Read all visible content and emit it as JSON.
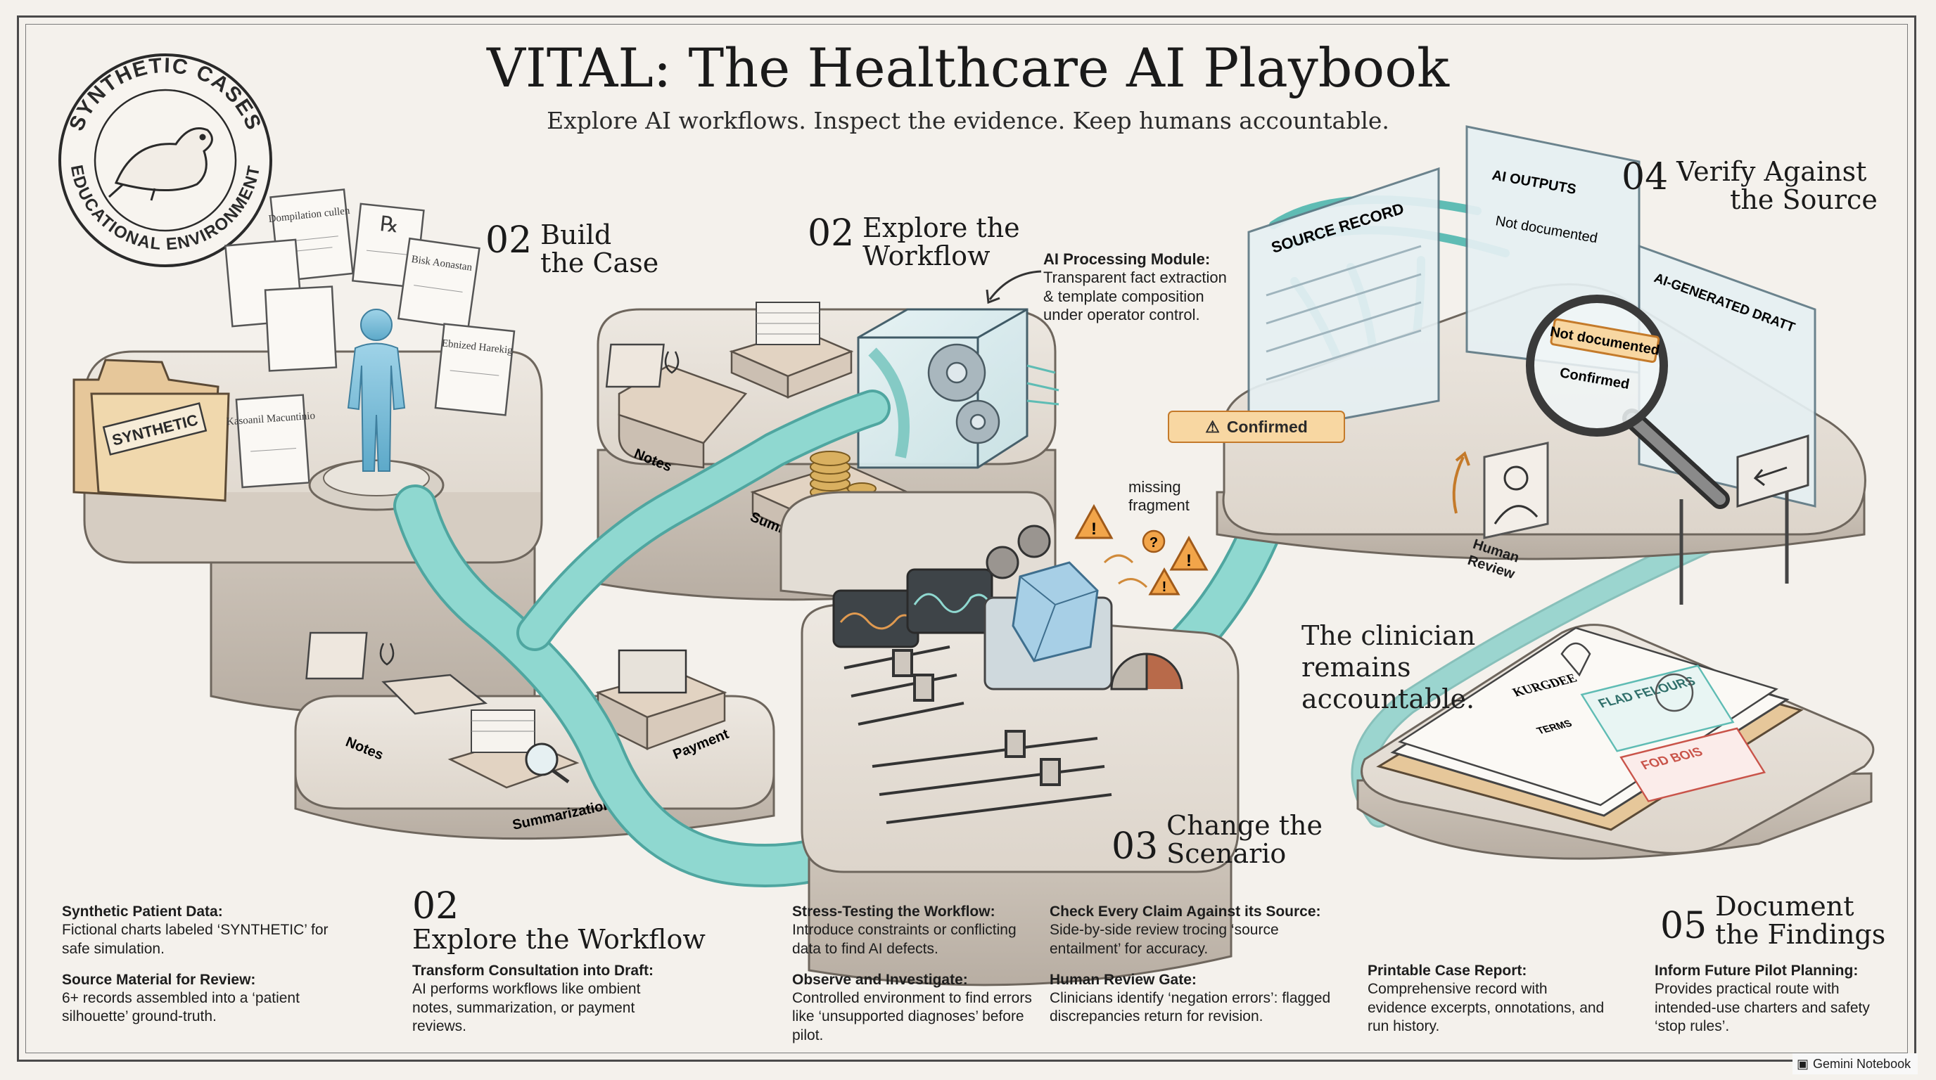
{
  "header": {
    "title": "VITAL: The Healthcare AI Playbook",
    "subtitle": "Explore AI workflows. Inspect the evidence. Keep humans accountable."
  },
  "stamp": {
    "top_text": "SYNTHETIC CASES",
    "bottom_text": "EDUCATIONAL ENVIRONMENT"
  },
  "stages": {
    "build": {
      "num": "02",
      "line1": "Build",
      "line2": "the Case"
    },
    "explore_top": {
      "num": "02",
      "line1": "Explore the",
      "line2": "Workflow"
    },
    "explore_bottom": {
      "num": "02",
      "line1": "Explore the Workflow"
    },
    "change": {
      "num": "03",
      "line1": "Change the",
      "line2": "Scenario"
    },
    "verify": {
      "num": "04",
      "line1": "Verify Against",
      "line2": "the Source"
    },
    "document": {
      "num": "05",
      "line1": "Document",
      "line2": "the Findings"
    }
  },
  "ai_module": {
    "title": "AI Processing Module:",
    "body": "Transparent fact extraction & template composition under operator control."
  },
  "missing_fragment": "missing fragment",
  "scene_labels": {
    "folder": "SYNTHETIC",
    "doc1": "Dompilation cullen",
    "doc2": "Bisk Aonastan",
    "doc3": "Ebnized Harekig",
    "doc4": "Kasoanil Macuntinio",
    "rx": "℞",
    "notes_top": "Notes",
    "summarization_top": "Summarization",
    "notes_bottom": "Notes",
    "summarization_bottom": "Summarization",
    "payment": "Payment",
    "source_record": "SOURCE RECORD",
    "ai_outputs": "AI OUTPUTS",
    "not_documented_1": "Not documented",
    "ai_draft": "AI-GENERATED DRATT",
    "not_documented_2": "Not documented",
    "confirmed_lens": "Confirmed",
    "human_review": "Human Review",
    "report_head": "KURGDEE",
    "report_flag": "FLAD FELOURS",
    "report_term": "TERMS",
    "report_rod": "FOD BOIS"
  },
  "confirmed_badge": "Confirmed",
  "accountable": [
    "The clinician",
    "remains",
    "accountable."
  ],
  "columns": [
    {
      "blocks": [
        {
          "head": "Synthetic Patient Data:",
          "body": "Fictional charts labeled ‘SYNTHETIC’ for safe simulation."
        },
        {
          "head": "Source Material for Review:",
          "body": "6+ records assembled into a ‘patient silhouette’ ground-truth."
        }
      ]
    },
    {
      "blocks": [
        {
          "head": "Transform Consultation into Draft:",
          "body": "AI performs workflows like ombient notes, summarization, or payment reviews."
        }
      ]
    },
    {
      "blocks": [
        {
          "head": "Stress-Testing the Workflow:",
          "body": "Introduce constraints or conflicting data to find AI defects."
        },
        {
          "head": "Observe and Investigate:",
          "body": "Controlled environment to find errors like ‘unsupported diagnoses’ before pilot."
        }
      ]
    },
    {
      "blocks": [
        {
          "head": "Check Every Claim Against its Source:",
          "body": "Side-by-side review trocing ‘source entailment’ for accuracy."
        },
        {
          "head": "Human Review Gate:",
          "body": "Clinicians identify ‘negation errors’: flagged discrepancies return for revision."
        }
      ]
    },
    {
      "blocks": [
        {
          "head": "Printable Case Report:",
          "body": "Comprehensive record with evidence excerpts, onnotations, and run history."
        }
      ]
    },
    {
      "blocks": [
        {
          "head": "Inform Future Pilot Planning:",
          "body": "Provides practical route with intended-use charters and safety ‘stop rules’."
        }
      ]
    }
  ],
  "watermark": "Gemini Notebook",
  "colors": {
    "flow": "#7ecfc8",
    "flow_edge": "#4fa6a0",
    "platform": "#e8e2da",
    "alert": "#f2a54a",
    "accent_orange": "#c47a2a"
  }
}
